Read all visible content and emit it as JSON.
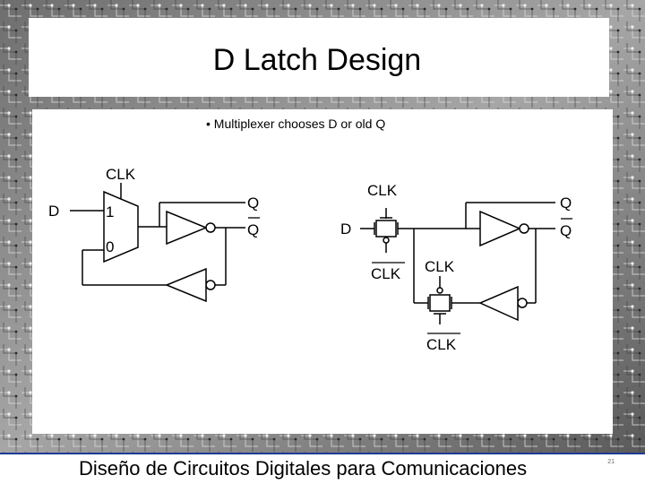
{
  "slide": {
    "title": "D Latch Design",
    "bullet": "• Multiplexer chooses D or old Q",
    "footer": "Diseño de Circuitos Digitales para Comunicaciones",
    "page_number": "21"
  },
  "left_circuit": {
    "clk_label": "CLK",
    "d_label": "D",
    "mux_in1": "1",
    "mux_in0": "0",
    "q_label": "Q",
    "qbar_label": "Q"
  },
  "right_circuit": {
    "clk_top_label": "CLK",
    "clkbar_top_label": "CLK",
    "clk_mid_label": "CLK",
    "clkbar_bottom_label": "CLK",
    "d_label": "D",
    "q_label": "Q",
    "qbar_label": "Q"
  },
  "colors": {
    "footer_rule": "#1f3a93",
    "wire": "#000000"
  }
}
